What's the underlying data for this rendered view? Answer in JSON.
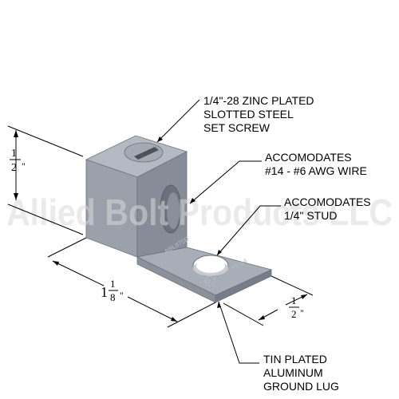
{
  "watermark": "Allied Bolt Products LLC",
  "callouts": {
    "set_screw": [
      "1/4\"-28 ZINC PLATED",
      "SLOTTED STEEL",
      "SET SCREW"
    ],
    "wire": [
      "ACCOMODATES",
      "#14 - #6 AWG WIRE"
    ],
    "stud": [
      "ACCOMODATES",
      "1/4\" STUD"
    ],
    "body": [
      "TIN PLATED",
      "ALUMINUM",
      "GROUND LUG"
    ]
  },
  "dimensions": {
    "height": {
      "whole": "",
      "num": "1",
      "den": "2",
      "unit": "\""
    },
    "length": {
      "whole": "1",
      "num": "1",
      "den": "8",
      "unit": "\""
    },
    "width": {
      "whole": "",
      "num": "1",
      "den": "2",
      "unit": "\""
    }
  },
  "engraving": {
    "part_no": "ABL870D",
    "range": "#6-14",
    "ul_mark": "UL"
  },
  "colors": {
    "body_front": "#9aa1ab",
    "body_side": "#7f8691",
    "body_top": "#b4bac3",
    "lines": "#000000"
  }
}
